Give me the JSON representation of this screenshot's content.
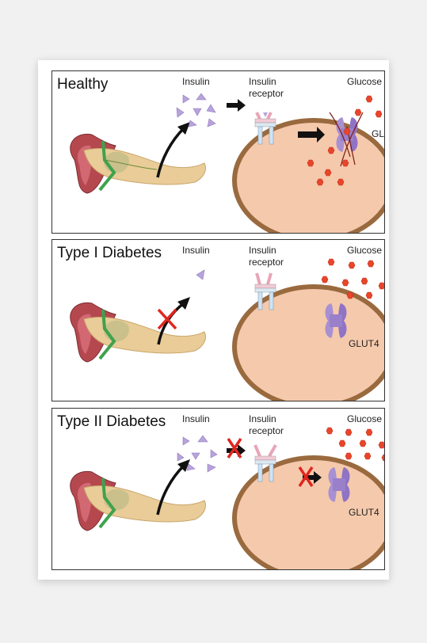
{
  "panels": [
    {
      "title": "Healthy",
      "insulin": "Insulin",
      "receptor_line1": "Insulin",
      "receptor_line2": "receptor",
      "glucose": "Glucose",
      "glut": "GL"
    },
    {
      "title": "Type I Diabetes",
      "insulin": "Insulin",
      "receptor_line1": "Insulin",
      "receptor_line2": "receptor",
      "glucose": "Glucose",
      "glut": "GLUT4"
    },
    {
      "title": "Type II Diabetes",
      "insulin": "Insulin",
      "receptor_line1": "Insulin",
      "receptor_line2": "receptor",
      "glucose": "Glucose",
      "glut": "GLUT4"
    }
  ],
  "colors": {
    "insulin": "#b8a3dd",
    "glucose": "#e8462b",
    "cell_fill": "#f5c9ac",
    "cell_membrane": "#9a6a3f",
    "pancreas": "#e9cc98",
    "duodenum": "#b5484f",
    "glut4": "#a890d2",
    "block_cross": "#e0261f"
  }
}
